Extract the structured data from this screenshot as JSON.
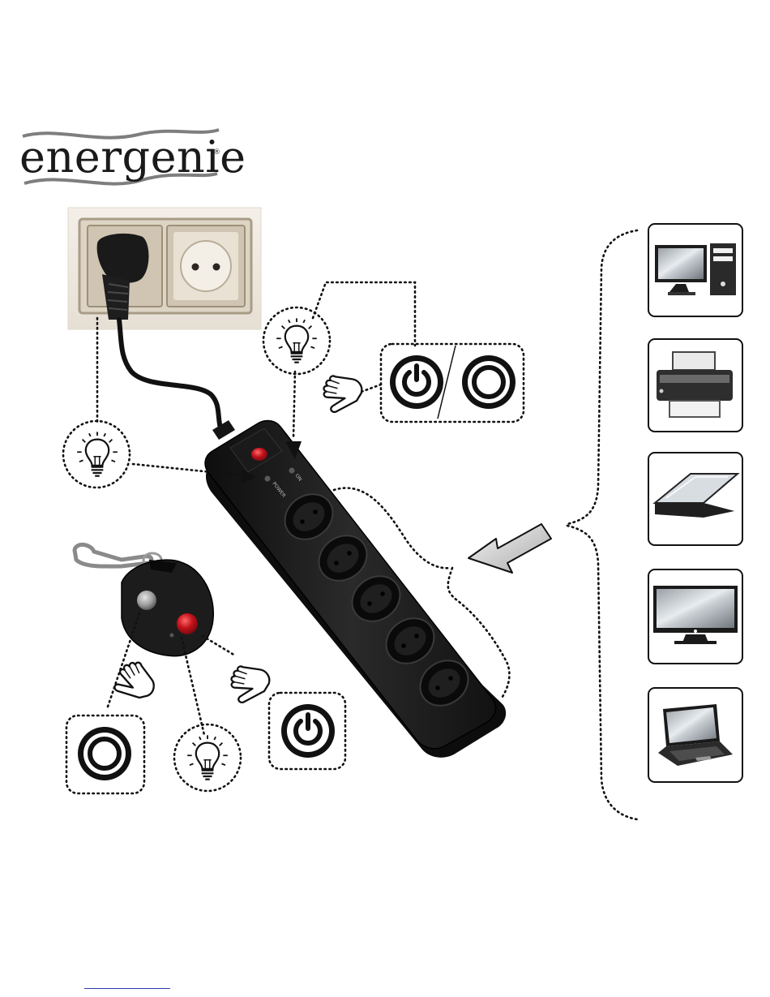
{
  "brand": {
    "name": "energenie",
    "registered_mark": "®"
  },
  "power_strip": {
    "power_label": "POWER",
    "on_label": "ON"
  },
  "icons": {
    "power_on": "power-on-icon",
    "power_off": "power-off-icon",
    "indicator_light": "lightbulb-icon",
    "hand_pointer": "pointing-hand-icon"
  },
  "devices": [
    {
      "name": "desktop-computer"
    },
    {
      "name": "printer"
    },
    {
      "name": "flatbed-scanner"
    },
    {
      "name": "flat-screen-tv"
    },
    {
      "name": "laptop"
    }
  ],
  "colors": {
    "line": "#111111",
    "strip_body": "#1c1c1c",
    "button_red": "#c4121b",
    "wall": "#f1ece5",
    "socket_frame": "#ddd4c4"
  }
}
